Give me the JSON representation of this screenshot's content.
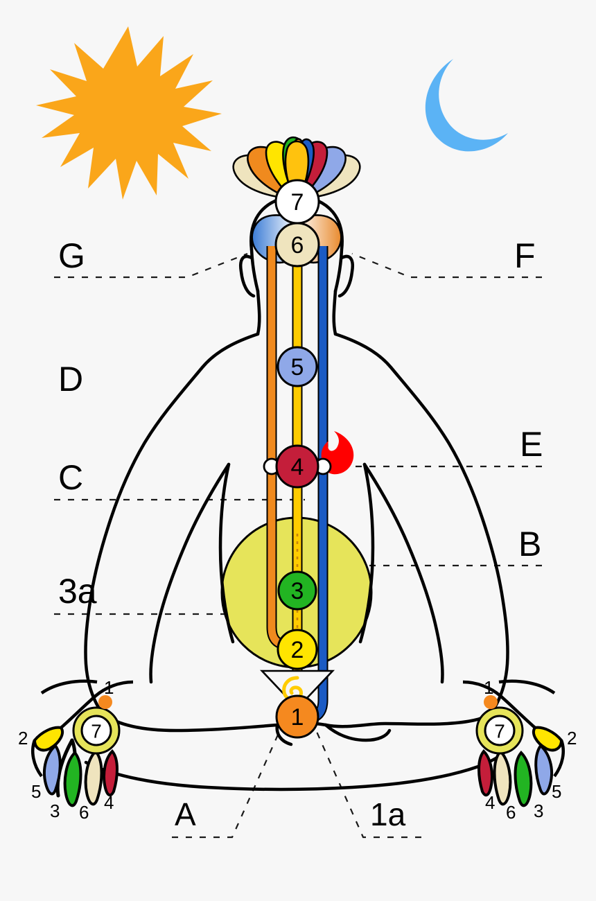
{
  "diagram": {
    "title": "Chakra and subtle body energy channels diagram",
    "background_color": "#f7f7f7"
  },
  "celestial": {
    "sun": {
      "icon": "sun-icon",
      "color": "#FAA61A"
    },
    "moon": {
      "icon": "crescent-moon-icon",
      "color": "#5BB3F5"
    }
  },
  "channels": [
    {
      "name": "left-channel-orange",
      "color": "#F08A1E"
    },
    {
      "name": "central-channel-yellow",
      "color": "#FFCC00"
    },
    {
      "name": "right-channel-blue",
      "color": "#1B5BC4"
    }
  ],
  "chakras": [
    {
      "id": 7,
      "label": "7",
      "name": "crown-chakra",
      "fill": "#FFFFFF",
      "text": "#000000"
    },
    {
      "id": 6,
      "label": "6",
      "name": "third-eye-chakra",
      "fill": "#EFE4BE",
      "text": "#000000"
    },
    {
      "id": 5,
      "label": "5",
      "name": "throat-chakra",
      "fill": "#8FA8E8",
      "text": "#000000"
    },
    {
      "id": 4,
      "label": "4",
      "name": "heart-chakra",
      "fill": "#C41E3A",
      "text": "#000000"
    },
    {
      "id": 3,
      "label": "3",
      "name": "solar-plexus-chakra",
      "fill": "#22B422",
      "text": "#000000"
    },
    {
      "id": 2,
      "label": "2",
      "name": "sacral-chakra",
      "fill": "#FFE500",
      "text": "#000000"
    },
    {
      "id": 1,
      "label": "1",
      "name": "root-chakra",
      "fill": "#F5891F",
      "text": "#000000"
    }
  ],
  "lotus": {
    "name": "crown-lotus-icon",
    "petal_colors": [
      "#EFE4BE",
      "#F08A1E",
      "#FFE500",
      "#22B422",
      "#F08A1E",
      "#FFC20E",
      "#1B5BC4",
      "#C41E3A",
      "#8FA8E8",
      "#EFE4BE"
    ]
  },
  "aura": {
    "name": "solar-plexus-aura",
    "color": "#E6E45A"
  },
  "flame": {
    "name": "flame-icon",
    "color": "#FF0000"
  },
  "triangle": {
    "name": "downward-triangle",
    "fill": "#FFFFFF"
  },
  "kundalini_spiral": {
    "name": "kundalini-spiral-icon",
    "color": "#FFCC00"
  },
  "side_labels": {
    "left": [
      {
        "key": "G",
        "label": "G",
        "name": "label-g"
      },
      {
        "key": "D",
        "label": "D",
        "name": "label-d"
      },
      {
        "key": "C",
        "label": "C",
        "name": "label-c"
      },
      {
        "key": "3a",
        "label": "3a",
        "name": "label-3a"
      }
    ],
    "right": [
      {
        "key": "F",
        "label": "F",
        "name": "label-f"
      },
      {
        "key": "E",
        "label": "E",
        "name": "label-e"
      },
      {
        "key": "B",
        "label": "B",
        "name": "label-b"
      }
    ],
    "bottom": [
      {
        "key": "A",
        "label": "A",
        "name": "label-a"
      },
      {
        "key": "1a",
        "label": "1a",
        "name": "label-1a"
      }
    ]
  },
  "hands": {
    "left": {
      "name": "left-hand",
      "palm_chakra": {
        "label": "7",
        "fill": "#FFFFFF",
        "ring": "#E6E45A"
      },
      "points": [
        {
          "label": "1",
          "name": "hand-point-1-left",
          "color": "#F5891F"
        },
        {
          "label": "2",
          "name": "hand-point-2-left",
          "color": "#FFE500"
        },
        {
          "label": "5",
          "name": "hand-point-5-left",
          "color": "#8FA8E8"
        },
        {
          "label": "3",
          "name": "hand-point-3-left",
          "color": "#22B422"
        },
        {
          "label": "6",
          "name": "hand-point-6-left",
          "color": "#EFE4BE"
        },
        {
          "label": "4",
          "name": "hand-point-4-left",
          "color": "#C41E3A"
        }
      ]
    },
    "right": {
      "name": "right-hand",
      "palm_chakra": {
        "label": "7",
        "fill": "#FFFFFF",
        "ring": "#E6E45A"
      },
      "points": [
        {
          "label": "1",
          "name": "hand-point-1-right",
          "color": "#F5891F"
        },
        {
          "label": "2",
          "name": "hand-point-2-right",
          "color": "#FFE500"
        },
        {
          "label": "5",
          "name": "hand-point-5-right",
          "color": "#8FA8E8"
        },
        {
          "label": "3",
          "name": "hand-point-3-right",
          "color": "#22B422"
        },
        {
          "label": "6",
          "name": "hand-point-6-right",
          "color": "#EFE4BE"
        },
        {
          "label": "4",
          "name": "hand-point-4-right",
          "color": "#C41E3A"
        }
      ]
    }
  },
  "figure": {
    "name": "seated-meditating-figure",
    "outline_color": "#000000"
  }
}
